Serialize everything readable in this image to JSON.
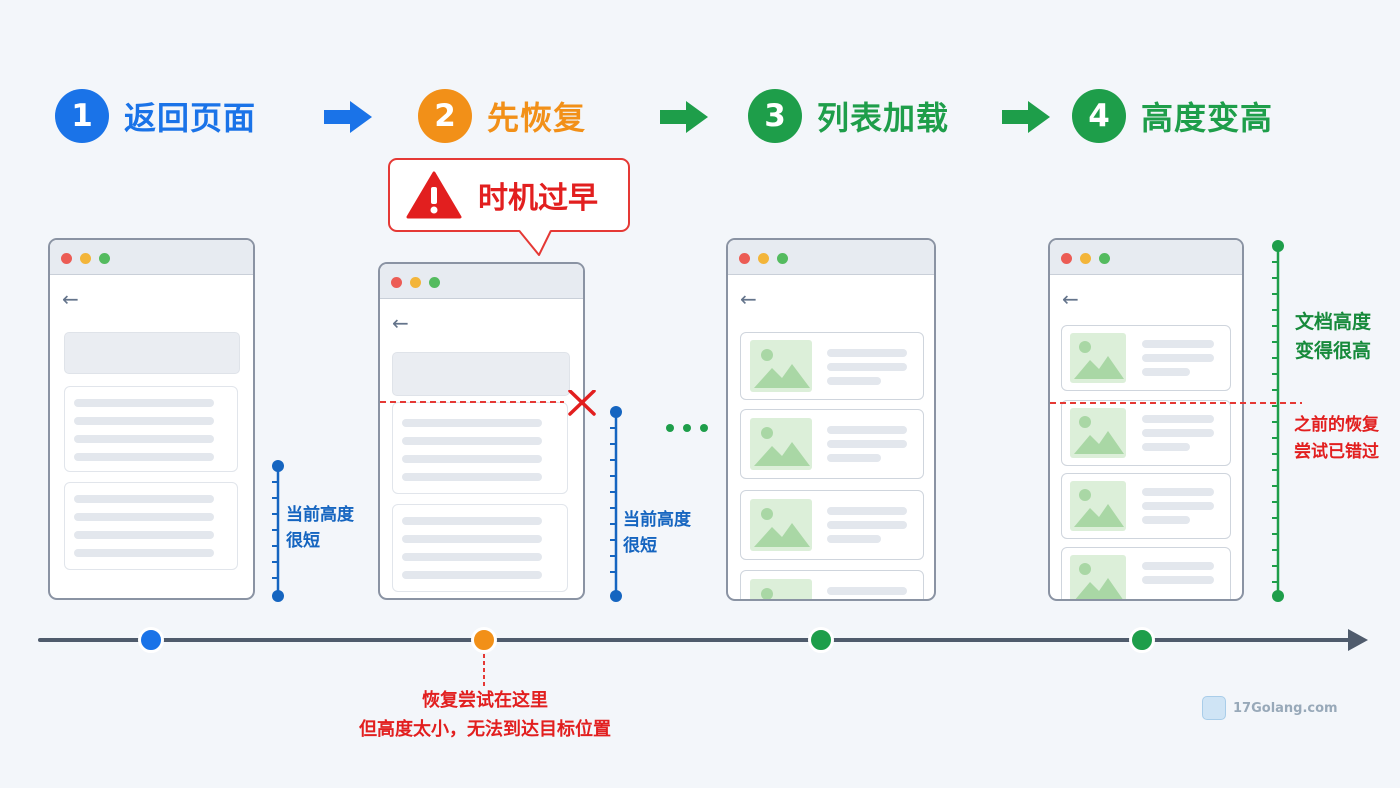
{
  "steps": [
    {
      "num": "1",
      "label": "返回页面",
      "color": "#1a73e8"
    },
    {
      "num": "2",
      "label": "先恢复",
      "color": "#f29018"
    },
    {
      "num": "3",
      "label": "列表加载",
      "color": "#1e9e4a"
    },
    {
      "num": "4",
      "label": "高度变高",
      "color": "#1e9e4a"
    }
  ],
  "callout": {
    "text": "时机过早",
    "icon": "warning-triangle-icon"
  },
  "notes": {
    "short_height_1": "当前高度",
    "short_height_2": "很短",
    "tall_height_1": "文档高度",
    "tall_height_2": "变得很高",
    "missed_1": "之前的恢复",
    "missed_2": "尝试已错过"
  },
  "timeline_note": {
    "line1": "恢复尝试在这里",
    "line2": "但高度太小，无法到达目标位置"
  },
  "watermark": "17Golang.com",
  "colors": {
    "blue": "#1a73e8",
    "orange": "#f29018",
    "green": "#1e9e4a",
    "red": "#e53935",
    "axis": "#4f5b6c"
  }
}
